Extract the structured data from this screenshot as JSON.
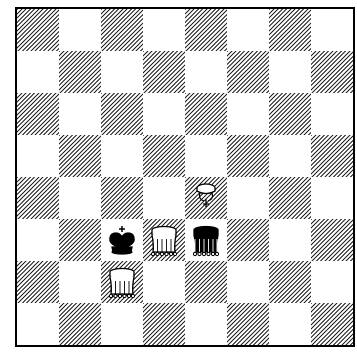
{
  "board": {
    "light_color": "#ffffff",
    "dark_hatch_color": "#222222",
    "pieces": [
      {
        "square": "e4",
        "name": "pawn-icon",
        "type": "pawn",
        "color": "white"
      },
      {
        "square": "c3",
        "name": "king-icon",
        "type": "king",
        "color": "black"
      },
      {
        "square": "d3",
        "name": "queen-icon",
        "type": "queen",
        "color": "white"
      },
      {
        "square": "e3",
        "name": "queen-icon",
        "type": "queen",
        "color": "black"
      },
      {
        "square": "c2",
        "name": "queen-icon",
        "type": "queen",
        "color": "white"
      }
    ]
  }
}
